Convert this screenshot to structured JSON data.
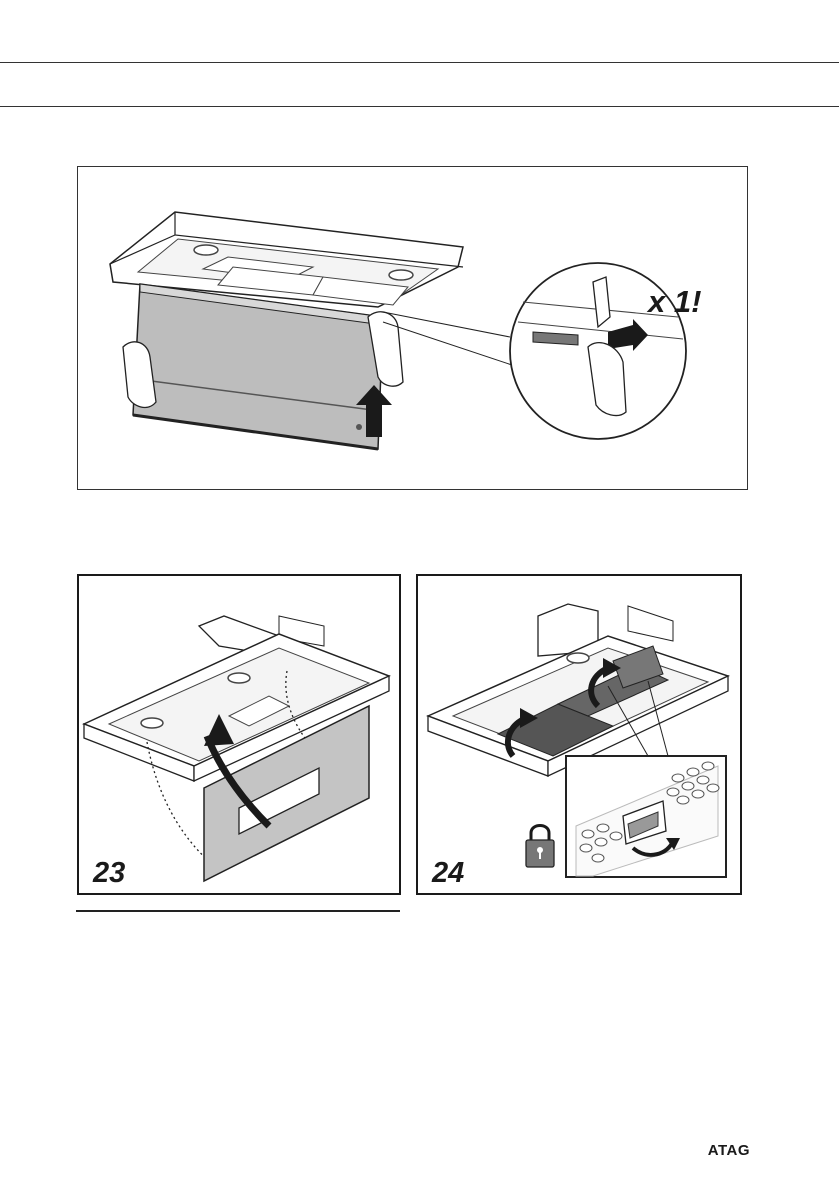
{
  "page": {
    "brand": "ATAG"
  },
  "figures": {
    "top": {
      "multiplier_label": "x 1!"
    },
    "left": {
      "number": "23"
    },
    "right": {
      "number": "24"
    }
  },
  "icons": {
    "lock": "padlock-icon",
    "arrow": "up-arrow-icon"
  }
}
